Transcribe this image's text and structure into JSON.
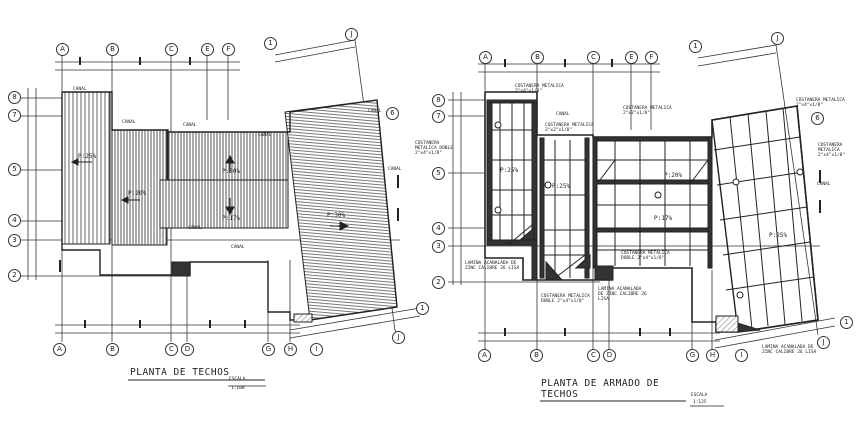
{
  "plans": [
    {
      "title": "PLANTA DE TECHOS",
      "scale_label": "ESCALA",
      "scale_value": "1:100",
      "axes_top": [
        "A",
        "B",
        "C",
        "E",
        "F",
        "J",
        "1"
      ],
      "axes_bottom": [
        "A",
        "B",
        "C",
        "D",
        "G",
        "H",
        "I",
        "J",
        "1"
      ],
      "axes_left": [
        "8",
        "7",
        "5",
        "4",
        "3",
        "2"
      ],
      "axes_right": [
        "6"
      ],
      "slopes": [
        "P:25%",
        "P:20%",
        "P:30%",
        "P:17%",
        "P:30%"
      ],
      "notes": [
        "CANAL",
        "CANAL",
        "CANAL",
        "CANAL",
        "CANAL",
        "CANAL",
        "CANAL",
        "CANAL"
      ]
    },
    {
      "title": "PLANTA DE ARMADO DE TECHOS",
      "scale_label": "ESCALA",
      "scale_value": "1:125",
      "axes_top": [
        "A",
        "B",
        "C",
        "E",
        "F",
        "J",
        "1"
      ],
      "axes_bottom": [
        "A",
        "B",
        "C",
        "D",
        "G",
        "H",
        "I",
        "J",
        "1"
      ],
      "axes_left": [
        "8",
        "7",
        "5",
        "4",
        "3",
        "2"
      ],
      "axes_right": [
        "6"
      ],
      "slopes": [
        "P:25%",
        "P:25%",
        "P:20%",
        "P:17%",
        "P:25%"
      ],
      "notes": [
        "COSTANERA METALICA DOBLE 2\"x4\"x1/8\"",
        "COSTANERA METALICA 2\"x4\"x1/8\"",
        "COSTANERA METALICA 2\"x2\"x1/8\"",
        "COSTANERA METALICA 2\"x2\"x1/8\"",
        "CANAL",
        "COSTANERA METALICA 2\"x4\"x1/8\"",
        "COSTANERA METALICA 2\"x4\"x1/8\"",
        "COSTANERA METALICA DOBLE 2\"x4\"x1/8\"",
        "LAMINA ACANALADA DE ZINC CALIBRE 26 LISA",
        "COSTANERA METALICA DOBLE 2\"x4\"x1/8\"",
        "LAMINA ACANALADA DE ZINC CALIBRE 26 LISA",
        "CANAL",
        "LAMINA ACANALADA DE ZINC CALIBRE 26 LISA"
      ]
    }
  ]
}
